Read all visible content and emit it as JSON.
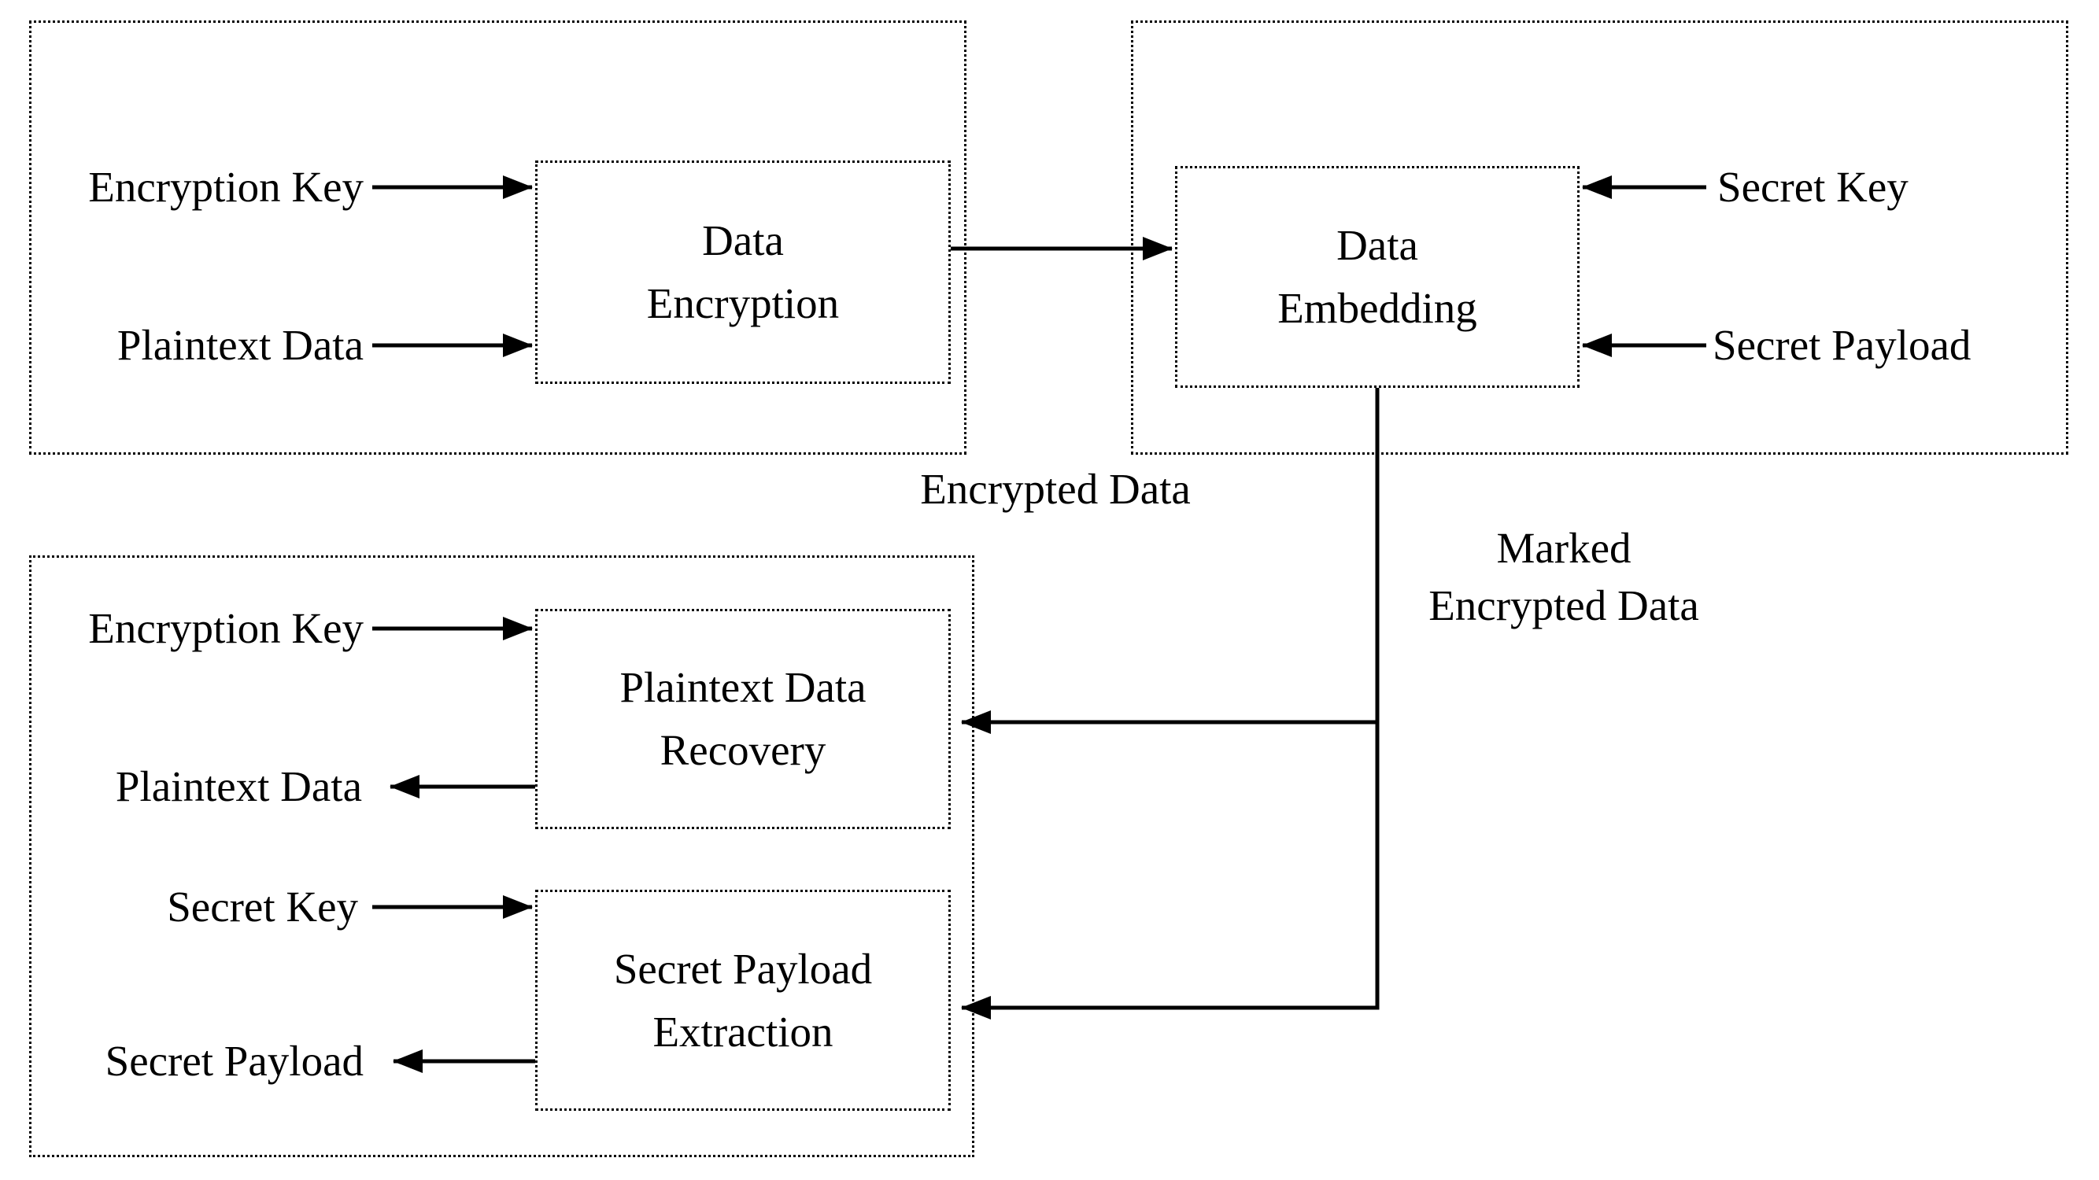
{
  "diagram": {
    "nodes": {
      "data_encryption": {
        "title": "Data\nEncryption"
      },
      "data_embedding": {
        "title": "Data\nEmbedding"
      },
      "plaintext_data_recovery": {
        "title": "Plaintext Data\nRecovery"
      },
      "secret_payload_extraction": {
        "title": "Secret Payload\nExtraction"
      }
    },
    "io_labels": {
      "encryption_key_top": "Encryption Key",
      "plaintext_data_in": "Plaintext Data",
      "secret_key_embed": "Secret Key",
      "secret_payload_embed": "Secret Payload",
      "encryption_key_bottom": "Encryption Key",
      "plaintext_data_out": "Plaintext Data",
      "secret_key_extract": "Secret Key",
      "secret_payload_out": "Secret Payload"
    },
    "edge_labels": {
      "encrypted_data": "Encrypted Data",
      "marked_encrypted_data": "Marked\nEncrypted Data"
    },
    "colors": {
      "line": "#000000",
      "background": "#ffffff"
    }
  }
}
